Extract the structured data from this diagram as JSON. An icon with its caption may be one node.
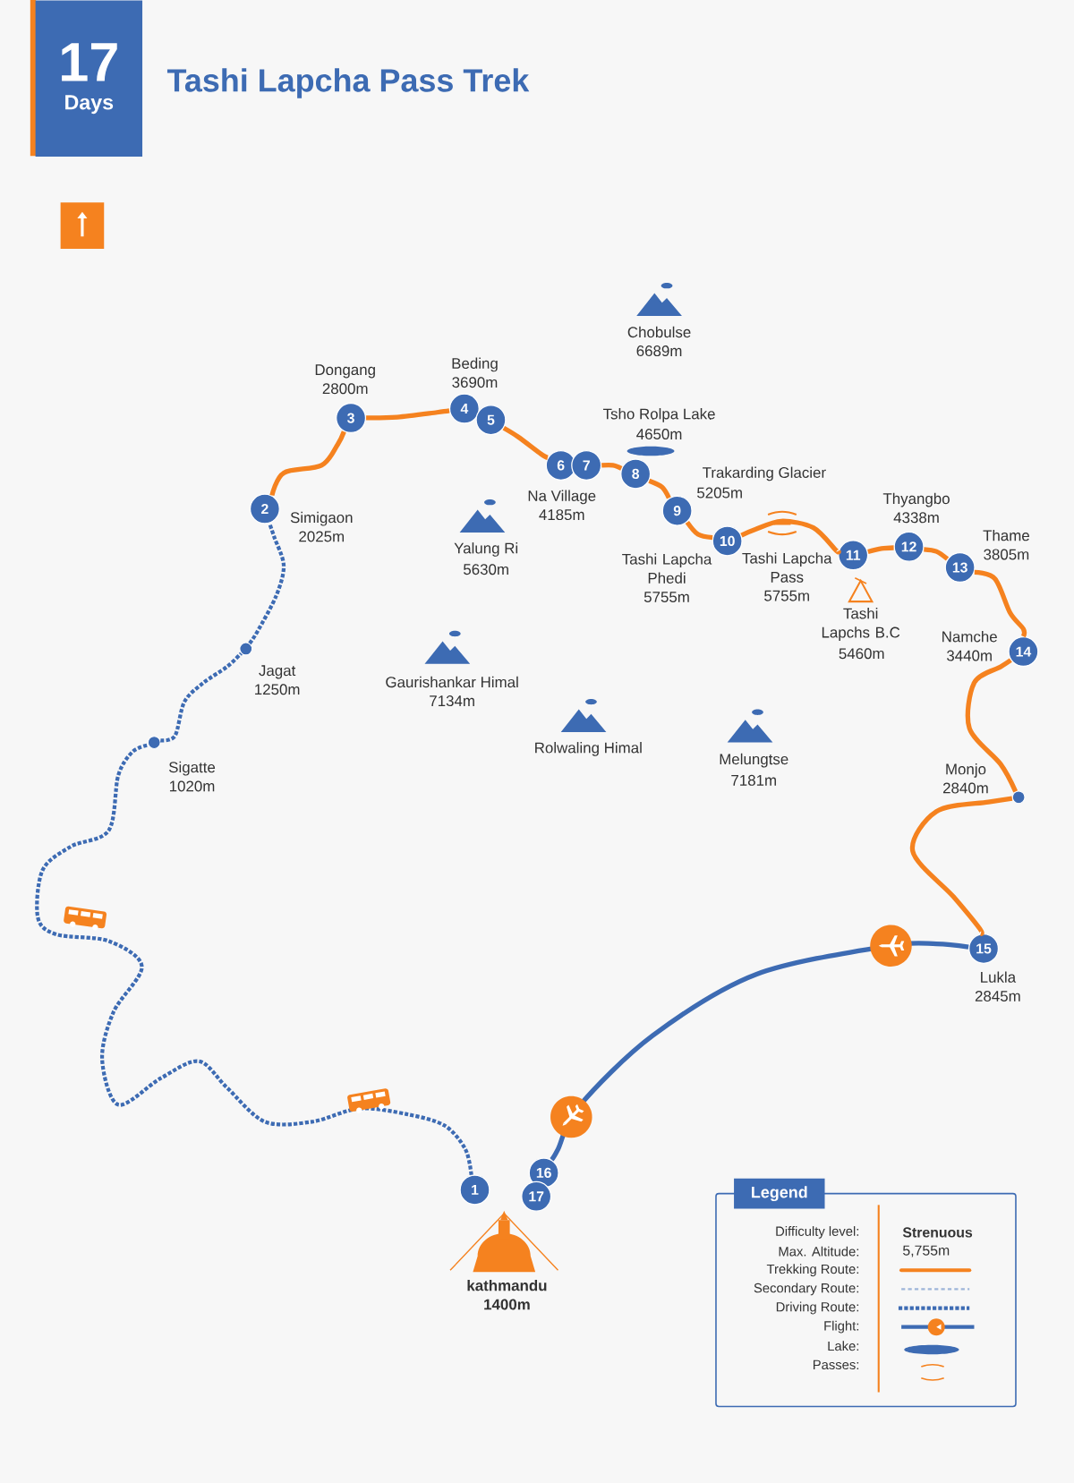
{
  "diagram": {
    "title": "Tashi Lapcha Pass Trek",
    "nodes": [
      {
        "text": [
          "17",
          "Days"
        ]
      },
      {
        "text": [
          "1"
        ]
      },
      {
        "text": [
          "2"
        ],
        "beside": [
          "Simigaon",
          "2025m"
        ]
      },
      {
        "text": [
          "3"
        ],
        "beside": [
          "Dongang",
          "2800m"
        ]
      },
      {
        "text": [
          "4"
        ],
        "beside": [
          "Beding",
          "3690m"
        ]
      },
      {
        "text": [
          "5"
        ]
      },
      {
        "text": [
          "6"
        ],
        "beside": [
          "Na Village",
          "4185m"
        ]
      },
      {
        "text": [
          "7"
        ]
      },
      {
        "text": [
          "8"
        ]
      },
      {
        "text": [
          "9"
        ]
      },
      {
        "text": [
          "10"
        ],
        "beside": [
          "Tashi Lapcha Phedi",
          "5755m"
        ]
      },
      {
        "text": [
          "11"
        ]
      },
      {
        "text": [
          "12"
        ],
        "beside": [
          "Thyangbo",
          "4338m"
        ]
      },
      {
        "text": [
          "13"
        ],
        "beside": [
          "Thame",
          "3805m"
        ]
      },
      {
        "text": [
          "14"
        ],
        "beside": [
          "Namche",
          "3440m"
        ]
      },
      {
        "text": [
          "15"
        ],
        "beside": [
          "Lukla",
          "2845m"
        ]
      },
      {
        "text": [
          "16"
        ]
      },
      {
        "text": [
          "17"
        ]
      },
      {
        "text": [],
        "shape": "circle",
        "beside": [
          "Sigatte",
          "1020m"
        ]
      },
      {
        "text": [],
        "shape": "circle",
        "beside": [
          "Jagat",
          "1250m"
        ]
      },
      {
        "text": [],
        "shape": "circle",
        "beside": [
          "Monjo",
          "2840m"
        ]
      },
      {
        "text": [],
        "shape": "picture",
        "beside": [
          "kathmandu",
          "1400m"
        ]
      }
    ],
    "edges": [
      {
        "from": 1,
        "to": 18,
        "arrow": "none",
        "style": "dashed",
        "color": "#3d6bb3"
      },
      {
        "from": 18,
        "to": 19,
        "arrow": "none",
        "style": "dashed",
        "color": "#3d6bb3"
      },
      {
        "from": 19,
        "to": 2,
        "arrow": "none",
        "style": "dashed",
        "color": "#3d6bb3"
      },
      {
        "from": 2,
        "to": 3,
        "arrow": "none"
      },
      {
        "from": 3,
        "to": 4,
        "arrow": "none"
      },
      {
        "from": 5,
        "to": 6,
        "arrow": "none"
      },
      {
        "from": 7,
        "to": 8,
        "arrow": "none"
      },
      {
        "from": 8,
        "to": 9,
        "arrow": "none"
      },
      {
        "from": 9,
        "to": 10,
        "arrow": "none"
      },
      {
        "from": 10,
        "to": 11,
        "arrow": "none"
      },
      {
        "from": 11,
        "to": 12,
        "arrow": "none"
      },
      {
        "from": 12,
        "to": 13,
        "arrow": "none"
      },
      {
        "from": 13,
        "to": 14,
        "arrow": "none"
      },
      {
        "from": 14,
        "to": 20,
        "arrow": "none"
      },
      {
        "from": 20,
        "to": 15,
        "arrow": "none"
      },
      {
        "from": 15,
        "to": 16,
        "arrow": "to",
        "color": "#3d6bb3"
      }
    ],
    "labels": [
      "Chobulse",
      "6689m",
      "Tsho Rolpa Lake",
      "4650m",
      "Trakarding Glacier",
      "5205m",
      "Yalung Ri",
      "5630m",
      "Tashi Lapcha Pass",
      "5755m",
      "Tashi Lapchs B.C",
      "5460m",
      "Gaurishankar Himal",
      "7134m",
      "Rolwaling Himal",
      "Melungtse",
      "7181m",
      "Legend",
      "Difficulty level:",
      "Strenuous",
      "Max. Altitude:",
      "5,755m"
    ],
    "legend": [
      {
        "text": "Trekking Route:"
      },
      {
        "text": "Secondary Route:"
      },
      {
        "text": "Driving Route:"
      },
      {
        "text": "Flight:"
      },
      {
        "text": "Lake:"
      },
      {
        "text": "Passes:"
      }
    ]
  }
}
